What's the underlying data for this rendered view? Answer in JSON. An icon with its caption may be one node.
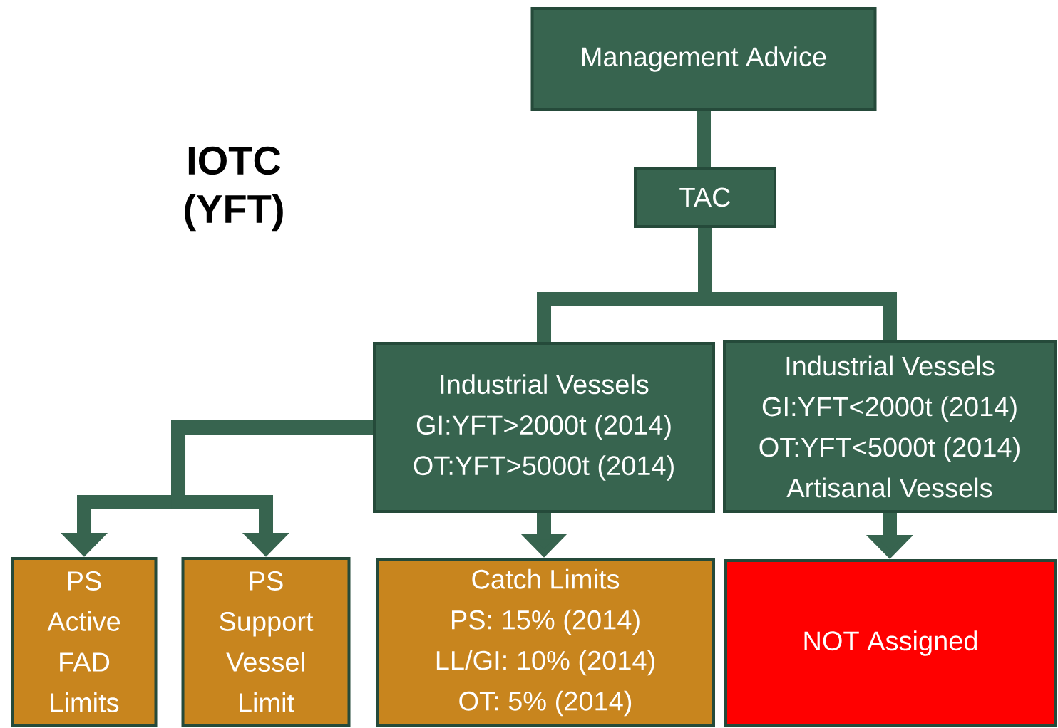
{
  "diagram": {
    "title": "IOTC (YFT)",
    "nodes": [
      {
        "text": [
          "Management Advice"
        ]
      },
      {
        "text": [
          "TAC"
        ]
      },
      {
        "text": [
          "Industrial Vessels",
          "GI:YFT>2000t (2014)",
          "OT:YFT>5000t (2014)"
        ]
      },
      {
        "text": [
          "Industrial Vessels",
          "GI:YFT<2000t (2014)",
          "OT:YFT<5000t (2014)",
          "Artisanal Vessels"
        ]
      },
      {
        "text": [
          "PS Active FAD Limits"
        ]
      },
      {
        "text": [
          "PS Support Vessel Limit"
        ]
      },
      {
        "text": [
          "Catch Limits",
          "PS: 15% (2014)",
          "LL/GI: 10% (2014)",
          "OT: 5% (2014)"
        ]
      },
      {
        "text": [
          "NOT Assigned"
        ]
      }
    ],
    "edges": [
      {
        "from": 0,
        "to": 1,
        "arrow": "none"
      },
      {
        "from": 1,
        "to": 2,
        "arrow": "none"
      },
      {
        "from": 1,
        "to": 3,
        "arrow": "none"
      },
      {
        "from": 2,
        "to": 4,
        "arrow": "to"
      },
      {
        "from": 2,
        "to": 5,
        "arrow": "to"
      },
      {
        "from": 2,
        "to": 6,
        "arrow": "to"
      },
      {
        "from": 3,
        "to": 7,
        "arrow": "to"
      }
    ]
  }
}
